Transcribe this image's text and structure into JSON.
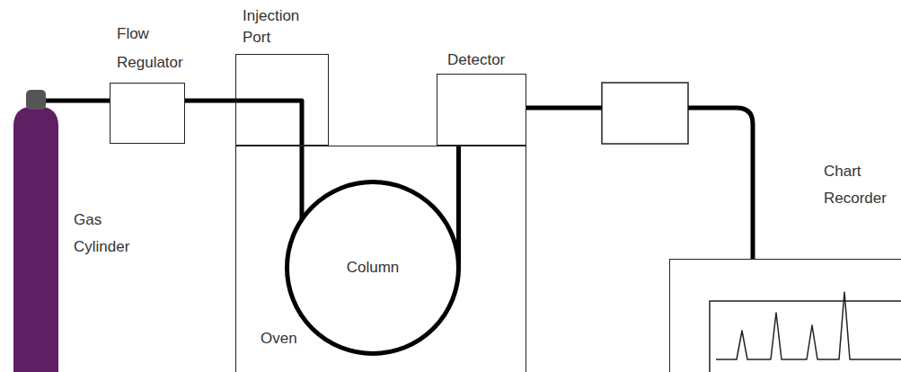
{
  "diagram": {
    "nodes": [
      {
        "text": [
          "Gas Cylinder"
        ]
      },
      {
        "text": [
          "Flow Regulator"
        ]
      },
      {
        "text": [
          "Injection Port"
        ]
      },
      {
        "text": [
          "Oven"
        ]
      },
      {
        "text": [
          "Column"
        ],
        "in": 3
      },
      {
        "text": [
          "Detector"
        ]
      },
      {
        "text": [
          "Chart Recorder"
        ]
      }
    ],
    "edges": [
      {
        "from": 0,
        "to": 1,
        "arrow": "none"
      },
      {
        "from": 1,
        "to": 2,
        "arrow": "none"
      },
      {
        "from": 2,
        "to": 4,
        "arrow": "none"
      },
      {
        "from": 4,
        "to": 5,
        "arrow": "none"
      },
      {
        "from": 5,
        "to": 6,
        "arrow": "none"
      }
    ]
  }
}
